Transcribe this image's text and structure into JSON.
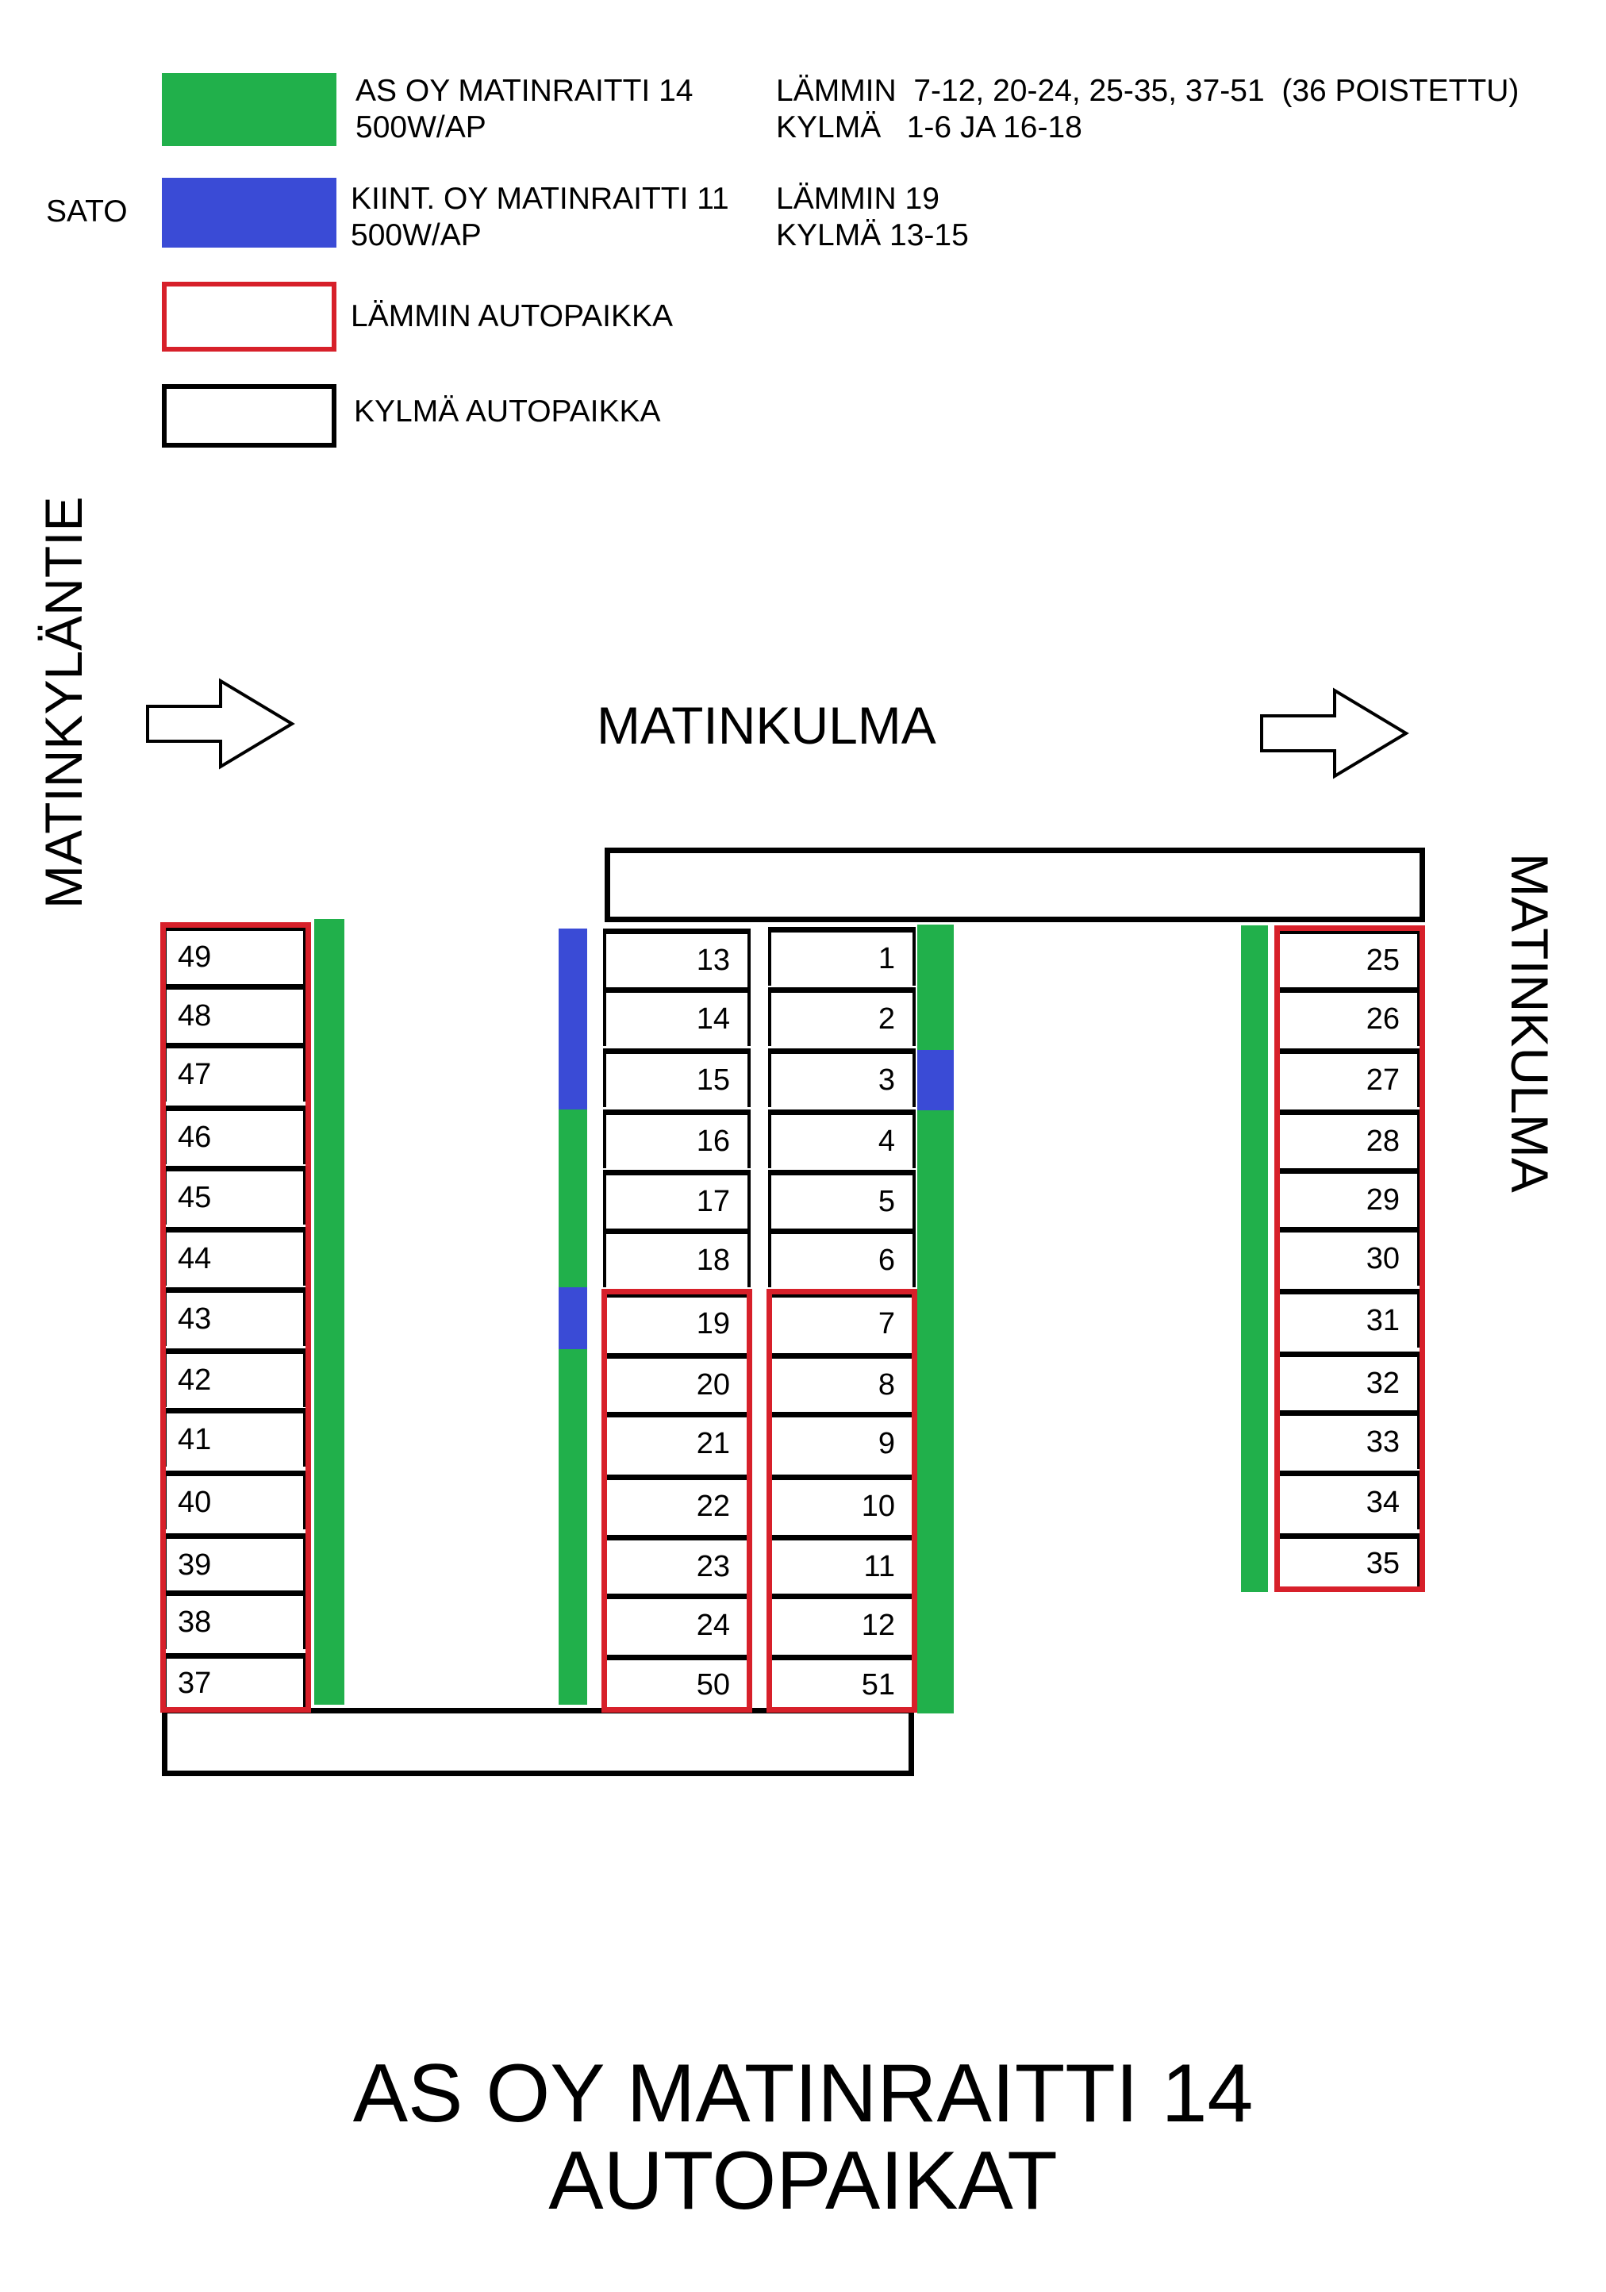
{
  "legend": {
    "sato_label": "SATO",
    "items": [
      {
        "key": "green",
        "color": "#21b04b",
        "label": "AS OY MATINRAITTI 14\n500W/AP",
        "info": "LÄMMIN  7-12, 20-24, 25-35, 37-51  (36 POISTETTU)\nKYLMÄ   1-6 JA 16-18"
      },
      {
        "key": "blue",
        "color": "#3a4bd6",
        "label": "KIINT. OY MATINRAITTI 11\n500W/AP",
        "info": "LÄMMIN 19\nKYLMÄ 13-15"
      },
      {
        "key": "red-outline",
        "color": "#d7202a",
        "label": "LÄMMIN AUTOPAIKKA"
      },
      {
        "key": "black-outline",
        "color": "#000000",
        "label": "KYLMÄ AUTOPAIKKA"
      }
    ]
  },
  "streets": {
    "left": "MATINKYLÄNTIE",
    "top": "MATINKULMA",
    "right": "MATINKULMA"
  },
  "columns": {
    "west": [
      "49",
      "48",
      "47",
      "46",
      "45",
      "44",
      "43",
      "42",
      "41",
      "40",
      "39",
      "38",
      "37"
    ],
    "center_left": [
      "13",
      "14",
      "15",
      "16",
      "17",
      "18",
      "19",
      "20",
      "21",
      "22",
      "23",
      "24",
      "50"
    ],
    "center_right": [
      "1",
      "2",
      "3",
      "4",
      "5",
      "6",
      "7",
      "8",
      "9",
      "10",
      "11",
      "12",
      "51"
    ],
    "east": [
      "25",
      "26",
      "27",
      "28",
      "29",
      "30",
      "31",
      "32",
      "33",
      "34",
      "35"
    ]
  },
  "title": {
    "line1": "AS OY MATINRAITTI 14",
    "line2": "AUTOPAIKAT"
  }
}
